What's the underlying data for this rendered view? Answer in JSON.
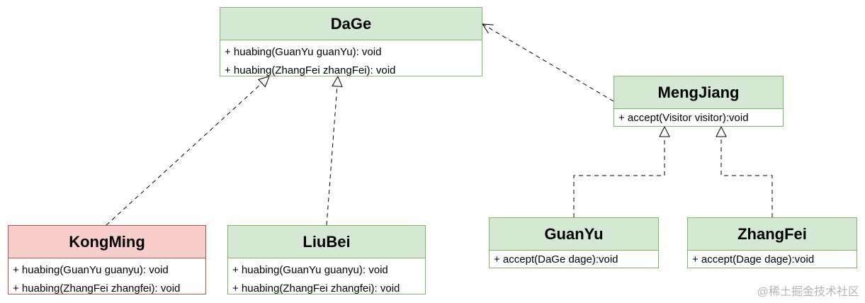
{
  "classes": {
    "dage": {
      "name": "DaGe",
      "methods": [
        "+ huabing(GuanYu guanYu): void",
        "+ huabing(ZhangFei zhangFei): void"
      ]
    },
    "mengjiang": {
      "name": "MengJiang",
      "methods": [
        "+ accept(Visitor visitor):void"
      ]
    },
    "kongming": {
      "name": "KongMing",
      "methods": [
        "+ huabing(GuanYu guanyu): void",
        "+ huabing(ZhangFei zhangfei): void"
      ]
    },
    "liubei": {
      "name": "LiuBei",
      "methods": [
        "+ huabing(GuanYu guanyu): void",
        "+ huabing(ZhangFei zhangfei): void"
      ]
    },
    "guanyu": {
      "name": "GuanYu",
      "methods": [
        "+ accept(DaGe dage):void"
      ]
    },
    "zhangfei": {
      "name": "ZhangFei",
      "methods": [
        "+ accept(Dage dage):void"
      ]
    }
  },
  "colors": {
    "header_green": "#d5e8d4",
    "border_green": "#82b366",
    "header_pink": "#f8cecc",
    "border_pink": "#b85450",
    "line": "#000000"
  },
  "relations": [
    {
      "from": "KongMing",
      "to": "DaGe",
      "type": "realization"
    },
    {
      "from": "LiuBei",
      "to": "DaGe",
      "type": "realization"
    },
    {
      "from": "MengJiang",
      "to": "DaGe",
      "type": "dependency"
    },
    {
      "from": "GuanYu",
      "to": "MengJiang",
      "type": "realization"
    },
    {
      "from": "ZhangFei",
      "to": "MengJiang",
      "type": "realization"
    }
  ],
  "watermark": "@稀土掘金技术社区"
}
